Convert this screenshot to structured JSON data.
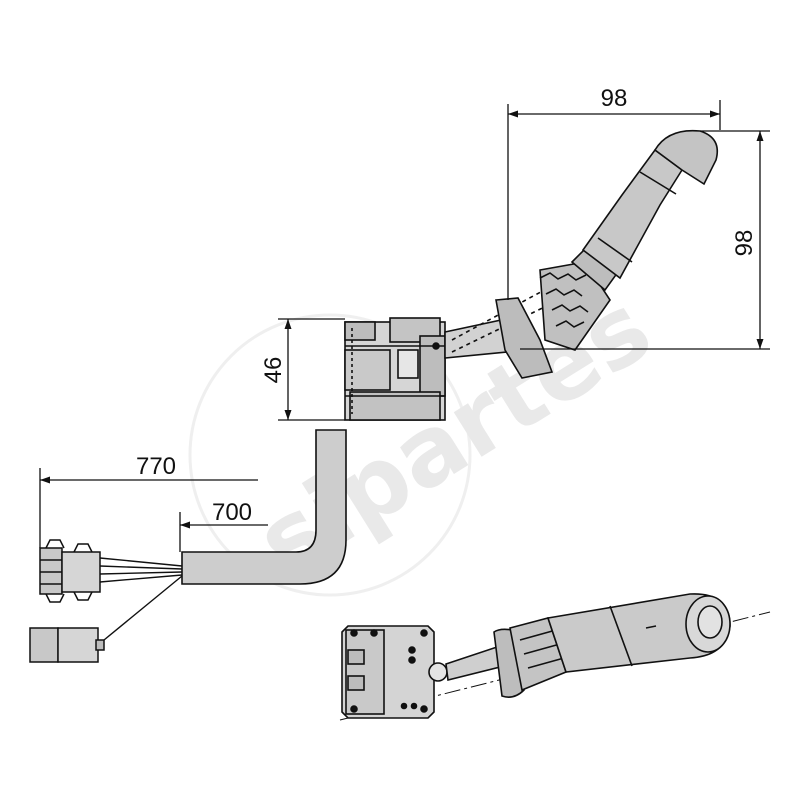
{
  "watermark": {
    "text": "sipartes"
  },
  "dimensions": {
    "lever_reach": "98",
    "lever_height": "98",
    "switch_height": "46",
    "cable_total_length": "770",
    "cable_sheath_length": "700"
  },
  "colors": {
    "line": "#111111",
    "part_fill": "#c8c8c8",
    "part_fill_light": "#e0e0e0",
    "watermark": "#e9e9e9"
  },
  "icons": [
    "combination-switch-side-view",
    "combination-switch-perspective-view",
    "connector-plug-icon",
    "connector-socket-icon"
  ]
}
